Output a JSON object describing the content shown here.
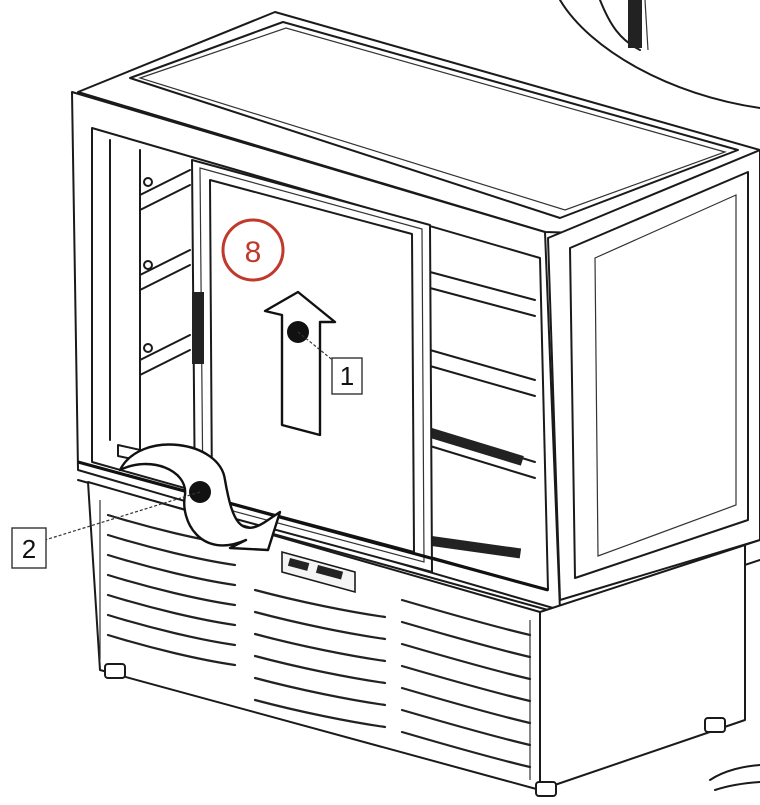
{
  "step_badge": {
    "label": "8",
    "color": "#c0392b"
  },
  "callouts": [
    {
      "id": "1",
      "label": "1"
    },
    {
      "id": "2",
      "label": "2"
    }
  ]
}
